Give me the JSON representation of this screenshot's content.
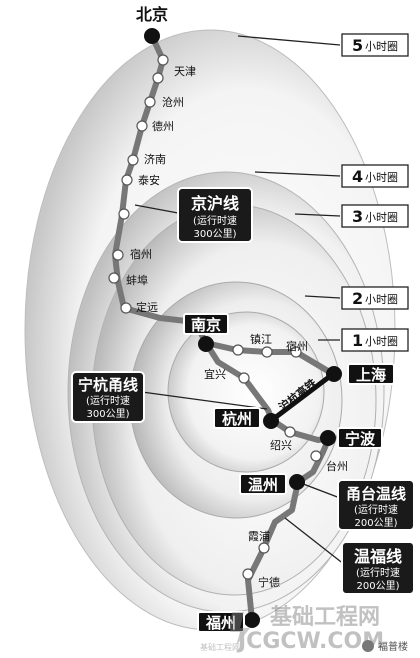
{
  "rings": [
    {
      "num": "5",
      "unit": "小时圈"
    },
    {
      "num": "4",
      "unit": "小时圈"
    },
    {
      "num": "3",
      "unit": "小时圈"
    },
    {
      "num": "2",
      "unit": "小时圈"
    },
    {
      "num": "1",
      "unit": "小时圈"
    }
  ],
  "major_cities": {
    "beijing": "北京",
    "nanjing": "南京",
    "shanghai": "上海",
    "hangzhou": "杭州",
    "ningbo": "宁波",
    "wenzhou": "温州",
    "fuzhou": "福州"
  },
  "stations": {
    "tianjin": "天津",
    "cangzhou": "沧州",
    "dezhou": "德州",
    "jinan": "济南",
    "taian": "泰安",
    "suzhou_n": "宿州",
    "bengbu": "蚌埠",
    "dingyuan": "定远",
    "zhenjiang": "镇江",
    "suzhou_s": "宿州",
    "yixing": "宜兴",
    "shaoxing": "绍兴",
    "taizhou": "台州",
    "xiapu": "霞浦",
    "ningde": "宁德"
  },
  "line_labels": {
    "jinghu": {
      "name": "京沪线",
      "speed_l1": "(运行时速",
      "speed_l2": "300公里)"
    },
    "ninghangyong": {
      "name": "宁杭甬线",
      "speed_l1": "(运行时速",
      "speed_l2": "300公里)"
    },
    "yongtaiwen": {
      "name": "甬台温线",
      "speed_l1": "(运行时速",
      "speed_l2": "200公里)"
    },
    "wenfu": {
      "name": "温福线",
      "speed_l1": "(运行时速",
      "speed_l2": "200公里)"
    }
  },
  "huhang_label": "沪杭高铁",
  "watermark": {
    "cn": "基础工程网",
    "en": "JCGCW.COM",
    "small": "基础工程网",
    "account": "福普楼"
  },
  "colors": {
    "ring": "#dcdcdc",
    "line": "#777777",
    "box": "#222222",
    "text": "#111111"
  }
}
